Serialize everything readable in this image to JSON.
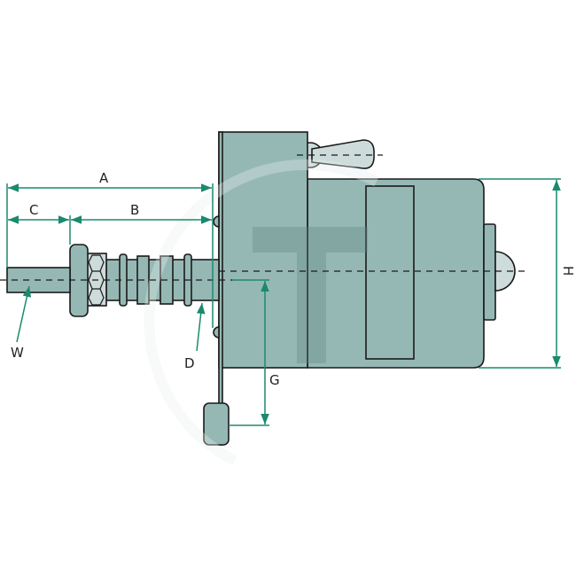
{
  "colors": {
    "body_fill": "#96b8b4",
    "light_fill": "#cddcda",
    "outline": "#1a1a1a",
    "dimension": "#1a8a6e",
    "watermark": "#7d9f9b"
  },
  "watermark": {
    "letter": "T"
  },
  "labels": {
    "A": "A",
    "B": "B",
    "C": "C",
    "D": "D",
    "G": "G",
    "H": "H",
    "W": "W"
  }
}
